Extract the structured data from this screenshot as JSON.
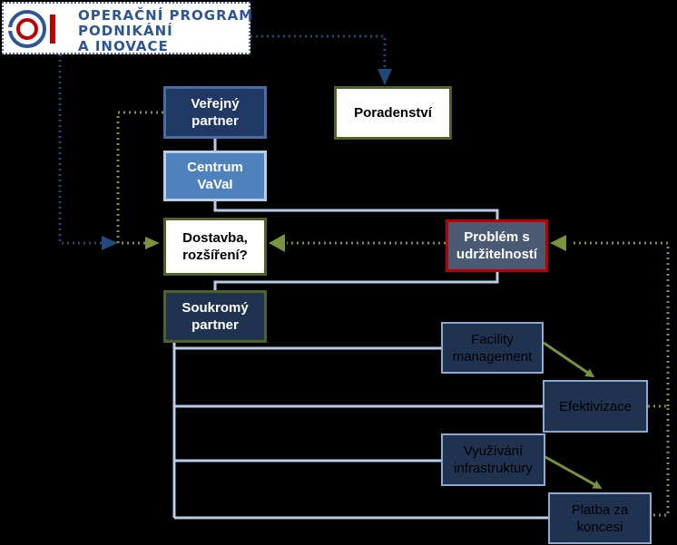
{
  "logo": {
    "line1": "OPERAČNÍ PROGRAM",
    "line2": "PODNIKÁNÍ",
    "line3": "A INOVACE"
  },
  "nodes": {
    "verejny": [
      "Veřejný",
      "partner"
    ],
    "centrum": [
      "Centrum",
      "VaVaI"
    ],
    "poradenstvi": [
      "Poradenství"
    ],
    "dostavba": [
      "Dostavba,",
      "rozšíření?"
    ],
    "problem": [
      "Problém s",
      "udržitelností"
    ],
    "soukromy": [
      "Soukromý",
      "partner"
    ],
    "facility": [
      "Facility",
      "management"
    ],
    "efektivizace": [
      "Efektivizace"
    ],
    "vyuzivani": [
      "Využívání",
      "infrastruktury"
    ],
    "platba": [
      "Platba za",
      "koncesi"
    ]
  },
  "colors": {
    "background": "#000000",
    "solid_connector": "#b8cce4",
    "dotted_green": "#77933c",
    "dotted_blue": "#1f497d",
    "logo_text": "#2e5596",
    "logo_red": "#c00000"
  }
}
